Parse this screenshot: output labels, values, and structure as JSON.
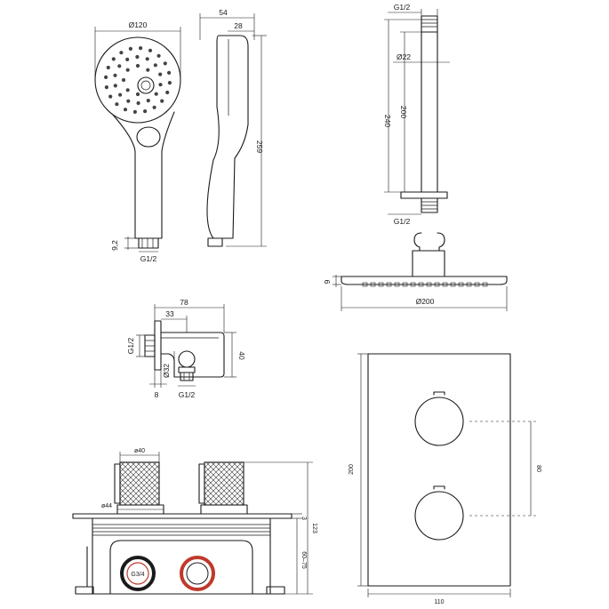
{
  "hand_shower": {
    "diameter": "Ø120",
    "depth": "54",
    "neck": "28",
    "height": "259",
    "nut_height": "9,2",
    "thread": "G1/2"
  },
  "shower_arm": {
    "top_thread": "G1/2",
    "tube_diameter": "Ø22",
    "length_inner": "200",
    "length_total": "240",
    "bottom_thread": "G1/2"
  },
  "head_shower": {
    "thickness": "9",
    "diameter": "Ø200"
  },
  "wall_outlet": {
    "width": "78",
    "offset": "33",
    "wall_thread": "G1/2",
    "rosette_diameter": "Ø32",
    "height": "40",
    "plate": "8",
    "outlet_thread": "G1/2"
  },
  "valve_body": {
    "handle_diameter": "ø40",
    "rosette_diameter": "ø44",
    "plate": "3",
    "total_depth": "123",
    "box_depth": "60–75",
    "inlet_thread": "G3/4"
  },
  "trim_plate": {
    "height": "200",
    "spacing": "80",
    "width": "110"
  }
}
